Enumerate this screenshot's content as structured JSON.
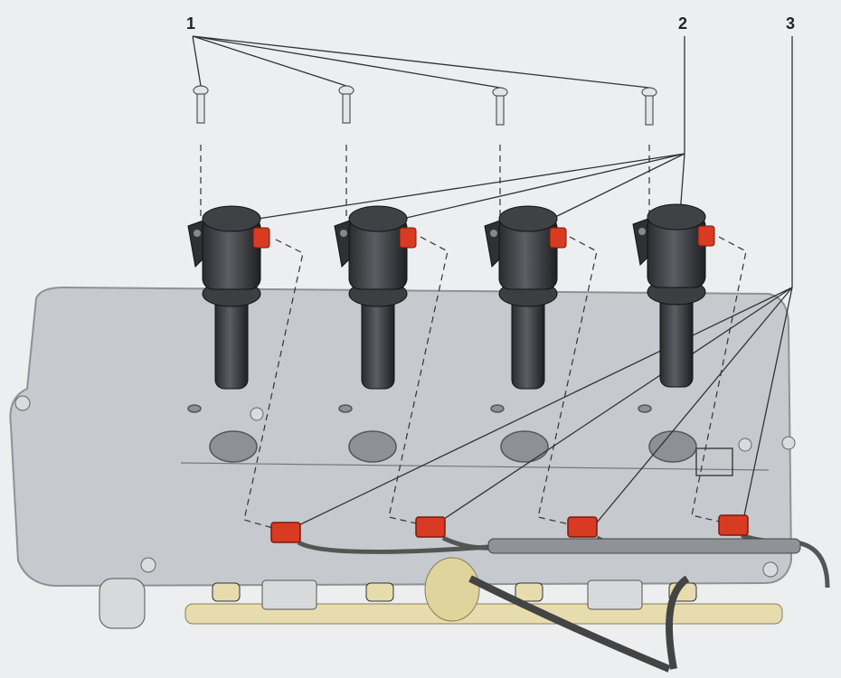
{
  "callouts": {
    "bolts": "1",
    "ignition_coils": "2",
    "connectors": "3"
  },
  "colors": {
    "background": "#eceef0",
    "cover": "#c6c9ce",
    "coil": "#3a3c40",
    "connector": "#d83a22",
    "fuel_rail": "#e6dcae"
  }
}
